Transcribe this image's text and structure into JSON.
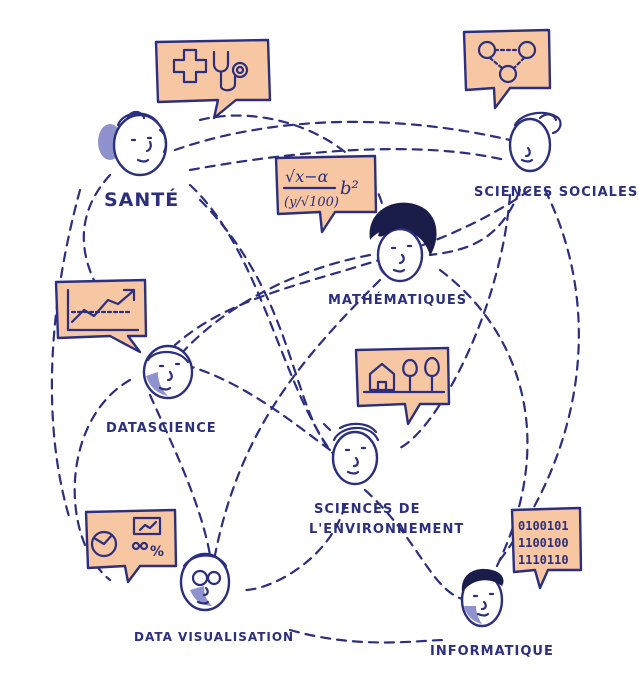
{
  "nodes": {
    "sante": {
      "label": "SANTÉ"
    },
    "sciences_sociales": {
      "label": "SCIENCES SOCIALES"
    },
    "mathematiques": {
      "label": "MATHÉMATIQUES",
      "formula_top": "√x−α",
      "formula_exp": "b²",
      "formula_bottom": "(y/√100)"
    },
    "datascience": {
      "label": "DATASCIENCE"
    },
    "sciences_environnement": {
      "label_line1": "SCIENCES DE",
      "label_line2": "L'ENVIRONNEMENT"
    },
    "data_visualisation": {
      "label": "DATA VISUALISATION",
      "percent_glyph": "%"
    },
    "informatique": {
      "label": "INFORMATIQUE",
      "binary": [
        "0100101",
        "1100100",
        "1110110"
      ]
    }
  },
  "colors": {
    "ink": "#2b2f7d",
    "bubble": "#f7c6a3",
    "shade": "#7b7fc4"
  }
}
